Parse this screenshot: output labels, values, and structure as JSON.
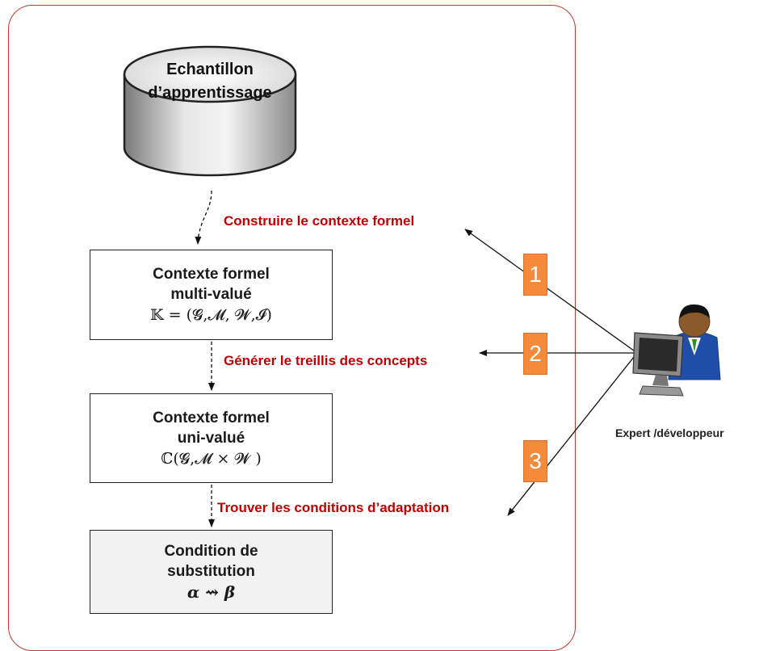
{
  "database": {
    "line1": "Echantillon",
    "line2": "d’apprentissage"
  },
  "boxes": {
    "multi": {
      "line1": "Contexte formel",
      "line2": "multi-valué",
      "formula": "𝕂 = (𝓖,𝓜, 𝓦,𝓘)"
    },
    "uni": {
      "line1": "Contexte formel",
      "line2": "uni-valué",
      "formula": "ℂ(𝓖,𝓜 × 𝓦 )"
    },
    "condition": {
      "line1": "Condition de",
      "line2": "substitution",
      "formula": "α ⇝ β"
    }
  },
  "steps": {
    "step1": "Construire le contexte formel",
    "step2": "Générer le treillis des concepts",
    "step3": "Trouver les conditions d’adaptation"
  },
  "numbers": {
    "n1": "1",
    "n2": "2",
    "n3": "3"
  },
  "actor": {
    "label": "Expert /développeur"
  },
  "colors": {
    "frame": "#c0392b",
    "step_text": "#c00000",
    "number_badge": "#f58a3a",
    "condition_fill": "#f2f2f2"
  }
}
